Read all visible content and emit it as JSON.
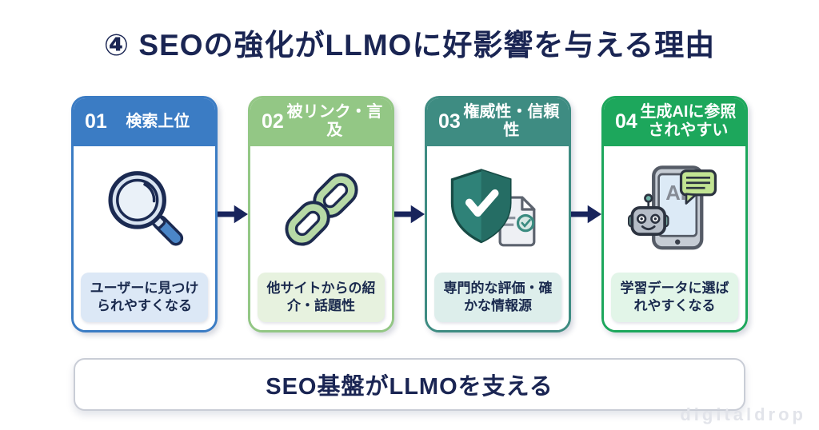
{
  "title": "④ SEOの強化がLLMOに好影響を与える理由",
  "cards": [
    {
      "number": "01",
      "title": "検索上位",
      "caption": "ユーザーに見つけられやすくなる",
      "icon": "magnifier-icon",
      "colors": {
        "header": "#3b7cc4",
        "border": "#3b7cc4",
        "caption_bg": "#dce8f6"
      }
    },
    {
      "number": "02",
      "title": "被リンク・言及",
      "caption": "他サイトからの紹介・話題性",
      "icon": "chain-link-icon",
      "colors": {
        "header": "#93c785",
        "border": "#93c785",
        "caption_bg": "#e7f2df"
      }
    },
    {
      "number": "03",
      "title": "権威性・信頼性",
      "caption": "専門的な評価・確かな情報源",
      "icon": "shield-check-icon",
      "colors": {
        "header": "#3e8c82",
        "border": "#3e8c82",
        "caption_bg": "#ddeeeb"
      }
    },
    {
      "number": "04",
      "title": "生成AIに参照されやすい",
      "caption": "学習データに選ばれやすくなる",
      "icon": "ai-tablet-icon",
      "colors": {
        "header": "#1da75c",
        "border": "#1da75c",
        "caption_bg": "#e2f5e8"
      }
    }
  ],
  "arrow_color": "#18245c",
  "banner": {
    "text": "SEO基盤がLLMOを支える"
  },
  "watermark": "digitaldrop",
  "accent_text_color": "#1a2553"
}
